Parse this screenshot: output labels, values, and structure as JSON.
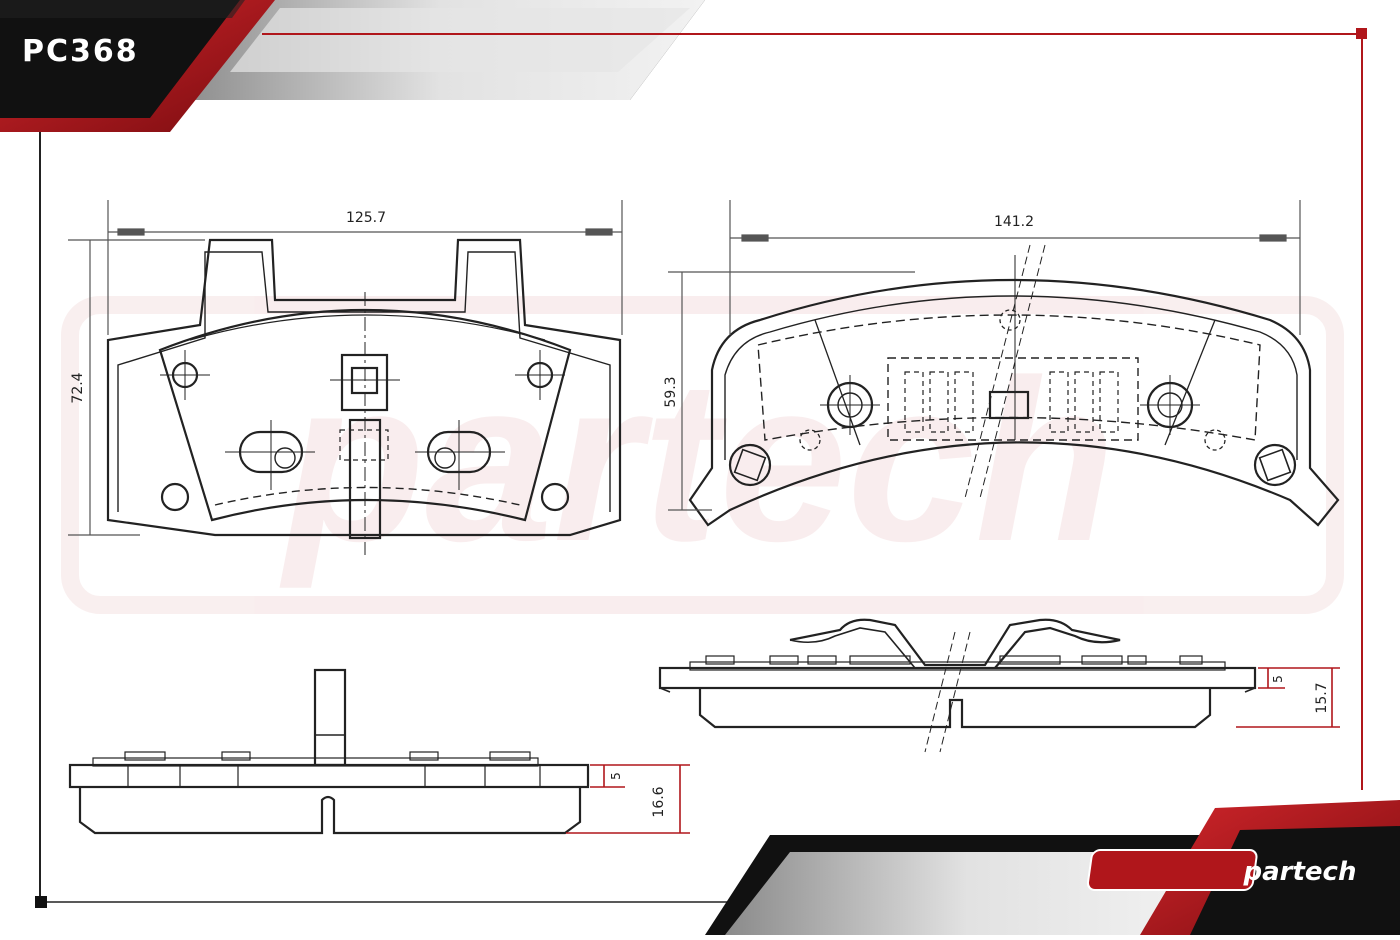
{
  "header": {
    "part_code": "PC368"
  },
  "brand": {
    "logo_text": "partech",
    "watermark_text": "partech"
  },
  "dimensions": {
    "pad_a_width": "125.7",
    "pad_a_height": "72.4",
    "pad_b_width": "141.2",
    "pad_b_height": "59.3",
    "side_a_plate": "5",
    "side_a_total": "16.6",
    "side_b_plate": "5",
    "side_b_total": "15.7"
  },
  "colors": {
    "accent_red": "#b0161b",
    "dark": "#111111",
    "grey": "#c8c8c8",
    "line": "#222222"
  }
}
